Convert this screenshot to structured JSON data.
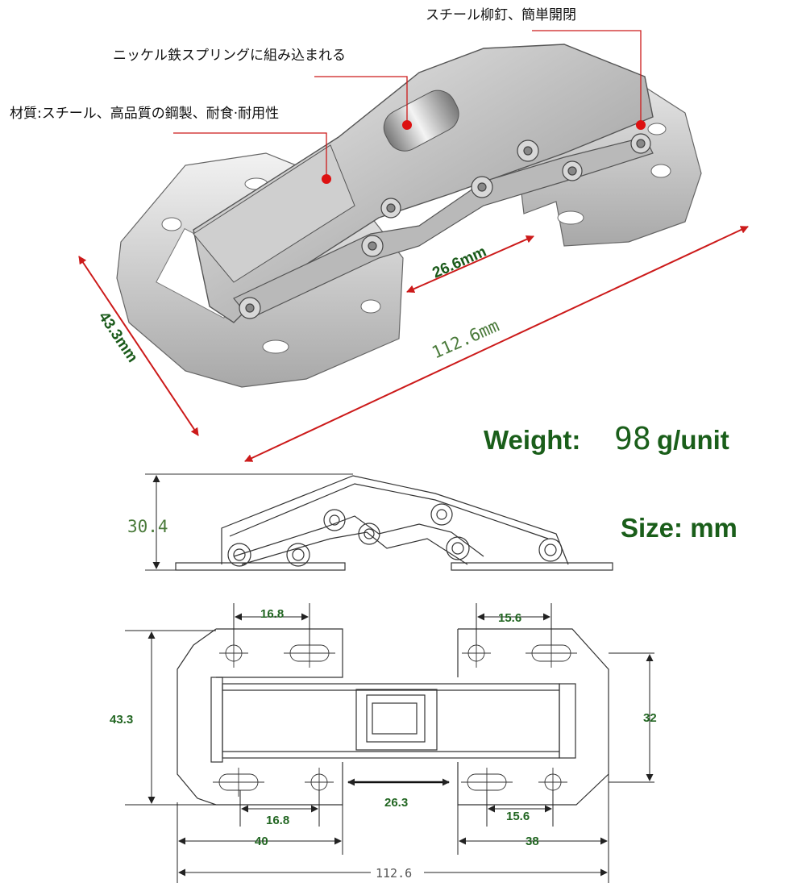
{
  "callouts": {
    "rivet": "スチール柳釘、簡単開閉",
    "spring": "ニッケル鉄スプリングに組み込まれる",
    "material": "材質:スチール、高品質の鋼製、耐食·耐用性"
  },
  "photo_dims": {
    "width": "43.3mm",
    "gap": "26.6mm",
    "length": "112.6mm"
  },
  "specs": {
    "weight_label": "Weight:",
    "weight_value": "98",
    "weight_unit": "g/unit",
    "size_label": "Size: mm"
  },
  "side_view": {
    "height": "30.4"
  },
  "top_view": {
    "left_holes_top": "16.8",
    "right_holes_top": "15.6",
    "overall_height": "43.3",
    "right_span": "32",
    "center_gap": "26.3",
    "left_holes_bottom": "16.8",
    "right_holes_bottom": "15.6",
    "left_plate": "40",
    "right_plate": "38",
    "overall_length": "112.6"
  },
  "colors": {
    "accent_red": "#cc1a1a",
    "dim_green": "#1a5e1a",
    "steel": "#c9c9c9"
  }
}
